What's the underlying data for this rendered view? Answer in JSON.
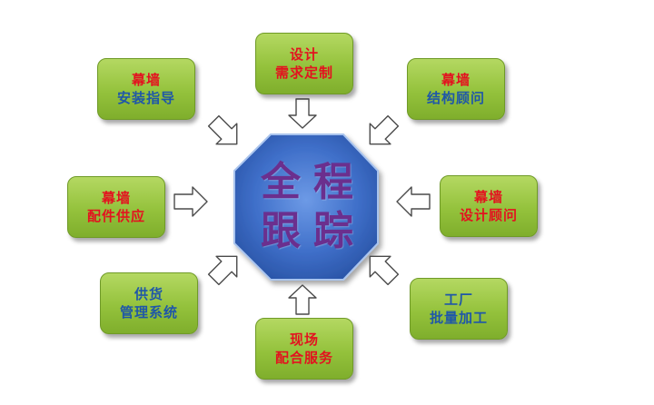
{
  "center": {
    "line1": "全程",
    "line2": "跟踪"
  },
  "nodes": [
    {
      "id": "top",
      "line1": "设计",
      "line2": "需求定制",
      "color1": "red",
      "color2": "red"
    },
    {
      "id": "top-right",
      "line1": "幕墙",
      "line2": "结构顾问",
      "color1": "red",
      "color2": "blue"
    },
    {
      "id": "right",
      "line1": "幕墙",
      "line2": "设计顾问",
      "color1": "red",
      "color2": "red"
    },
    {
      "id": "bottom-right",
      "line1": "工厂",
      "line2": "批量加工",
      "color1": "blue",
      "color2": "blue"
    },
    {
      "id": "bottom",
      "line1": "现场",
      "line2": "配合服务",
      "color1": "red",
      "color2": "red"
    },
    {
      "id": "bottom-left",
      "line1": "供货",
      "line2": "管理系统",
      "color1": "blue",
      "color2": "blue"
    },
    {
      "id": "left",
      "line1": "幕墙",
      "line2": "配件供应",
      "color1": "red",
      "color2": "red"
    },
    {
      "id": "top-left",
      "line1": "幕墙",
      "line2": "安装指导",
      "color1": "red",
      "color2": "blue"
    }
  ],
  "colors": {
    "node_fill": "#94c23c",
    "text_red": "#e3121f",
    "text_blue": "#1f57a8",
    "center_fill": "#3f6fc9",
    "center_text": "#6b2f8e"
  }
}
